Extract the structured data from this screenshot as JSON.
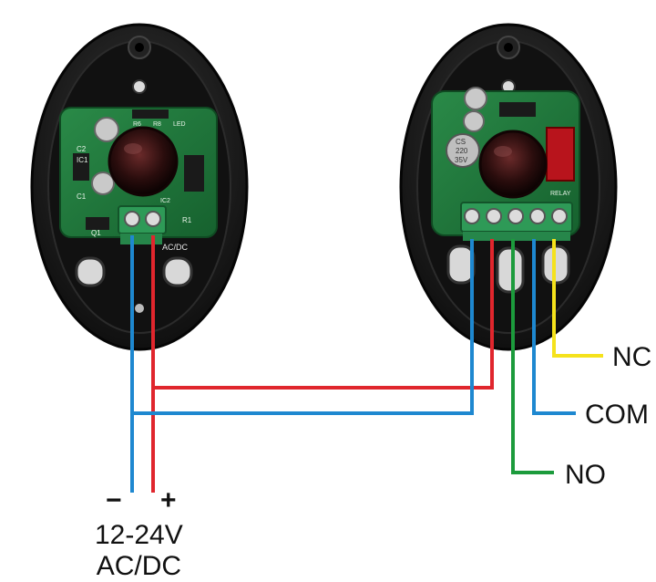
{
  "transmitter": {
    "board_marks": [
      "C2",
      "IC1",
      "C1",
      "Q1",
      "R6",
      "R8",
      "LED",
      "R1",
      "IC2",
      "AC/DC"
    ]
  },
  "receiver": {
    "board_marks": [
      "CS",
      "220",
      "35V",
      "RELAY"
    ]
  },
  "terminals": {
    "nc": "NC",
    "com": "COM",
    "no": "NO"
  },
  "power": {
    "minus": "−",
    "plus": "+",
    "voltage_line1": "12-24V",
    "voltage_line2": "AC/DC"
  },
  "colors": {
    "wire_red": "#e0262d",
    "wire_blue": "#1e88d0",
    "wire_green": "#1c9b3c",
    "wire_yellow": "#f5e21c",
    "housing": "#1a1a1a",
    "pcb": "#1f7a3c",
    "terminal_block": "#2e9a57",
    "lens": "#2a0d0d"
  }
}
